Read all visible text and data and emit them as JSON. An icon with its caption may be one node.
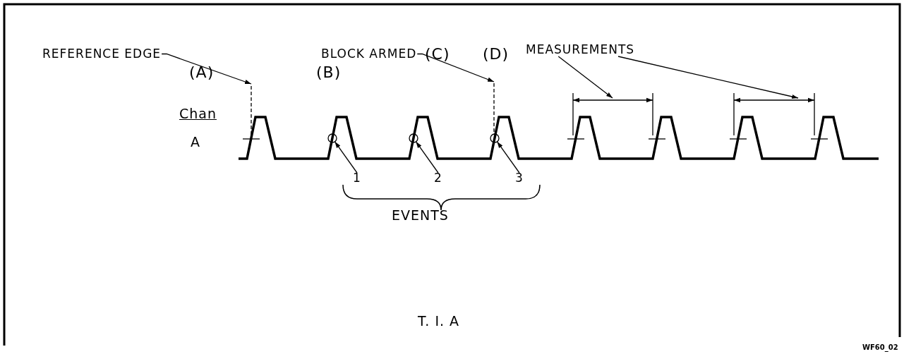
{
  "diagram": {
    "nodes": [
      {
        "text": [
          "REFERENCE EDGE"
        ]
      },
      {
        "text": [
          "BLOCK ARMED"
        ]
      },
      {
        "text": [
          "MEASUREMENTS"
        ]
      },
      {
        "text": [
          "1"
        ]
      },
      {
        "text": [
          "2"
        ]
      },
      {
        "text": [
          "3"
        ]
      },
      {
        "text": [],
        "shape": "circle"
      },
      {
        "text": [],
        "shape": "circle"
      },
      {
        "text": [],
        "shape": "circle"
      }
    ],
    "edges": [
      {
        "from": 0,
        "to": null,
        "arrow": "to"
      },
      {
        "from": 1,
        "to": null,
        "arrow": "to"
      },
      {
        "from": 2,
        "to": null,
        "arrow": "to"
      },
      {
        "from": 2,
        "to": null,
        "arrow": "to"
      },
      {
        "from": 3,
        "to": 6,
        "arrow": "to"
      },
      {
        "from": 4,
        "to": 7,
        "arrow": "to"
      },
      {
        "from": 5,
        "to": 8,
        "arrow": "to"
      }
    ],
    "labels": [
      "(C)",
      "(D)",
      "(A)",
      "(B)",
      "Chan",
      "A",
      "EVENTS",
      "T. I. A",
      "WF60_02"
    ]
  }
}
